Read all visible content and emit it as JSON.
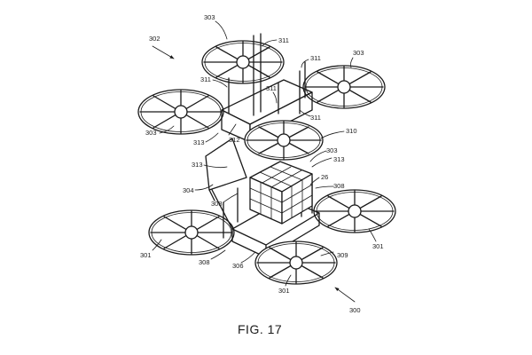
{
  "figure": {
    "caption": "FIG. 17",
    "reference_numerals": {
      "r302": "302",
      "r303_top": "303",
      "r311_a": "311",
      "r311_b": "311",
      "r303_right": "303",
      "r311_left": "311",
      "r311_mid": "311",
      "r303_left": "303",
      "r313_a": "313",
      "r312": "312",
      "r310": "310",
      "r303_center": "303",
      "r313_b": "313",
      "r313_c": "313",
      "r26": "26",
      "r308_a": "308",
      "r304": "304",
      "r308_b": "308",
      "r301_left": "301",
      "r301_right": "301",
      "r308_c": "308",
      "r306": "306",
      "r309": "309",
      "r301_bottom": "301",
      "r300": "300"
    }
  }
}
